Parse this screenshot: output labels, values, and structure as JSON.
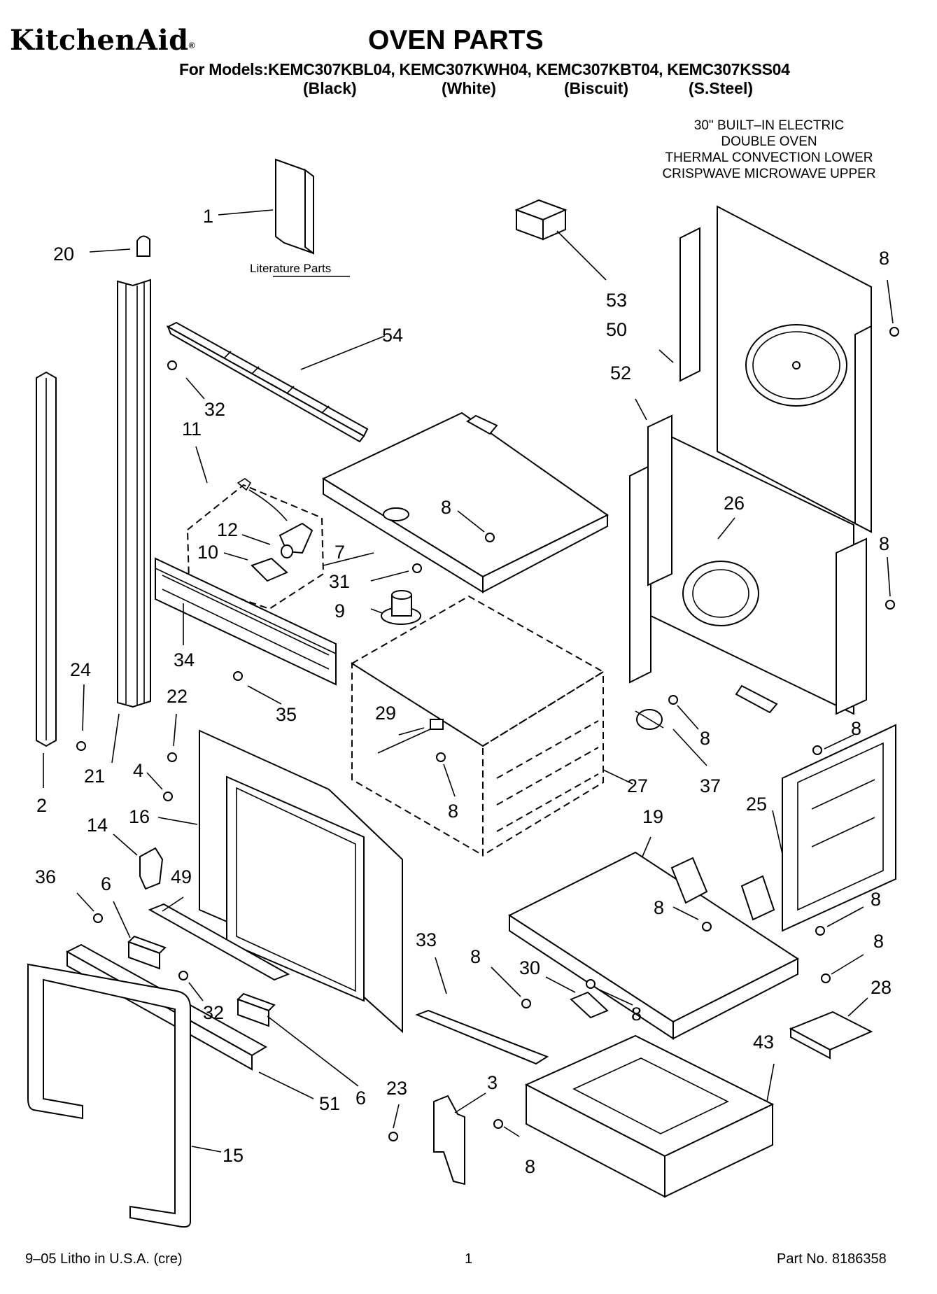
{
  "header": {
    "brand": "KitchenAid",
    "brand_mark": "®",
    "title": "OVEN PARTS",
    "models_line": "For Models:KEMC307KBL04, KEMC307KWH04, KEMC307KBT04, KEMC307KSS04",
    "variants": [
      "(Black)",
      "(White)",
      "(Biscuit)",
      "(S.Steel)"
    ]
  },
  "description": [
    "30\" BUILT–IN ELECTRIC",
    "DOUBLE OVEN",
    "THERMAL CONVECTION LOWER",
    "CRISPWAVE MICROWAVE UPPER"
  ],
  "literature_label": "Literature Parts",
  "callouts": [
    "1",
    "20",
    "54",
    "32",
    "11",
    "12",
    "10",
    "34",
    "35",
    "24",
    "22",
    "21",
    "2",
    "4",
    "16",
    "14",
    "36",
    "6",
    "49",
    "32",
    "51",
    "6",
    "15",
    "53",
    "50",
    "8",
    "52",
    "8",
    "7",
    "31",
    "9",
    "26",
    "8",
    "29",
    "8",
    "27",
    "8",
    "37",
    "8",
    "25",
    "19",
    "8",
    "8",
    "8",
    "28",
    "33",
    "8",
    "30",
    "8",
    "23",
    "3",
    "8",
    "43"
  ],
  "footer": {
    "litho": "9–05 Litho in U.S.A. (cre)",
    "page": "1",
    "part_no": "Part No. 8186358"
  }
}
